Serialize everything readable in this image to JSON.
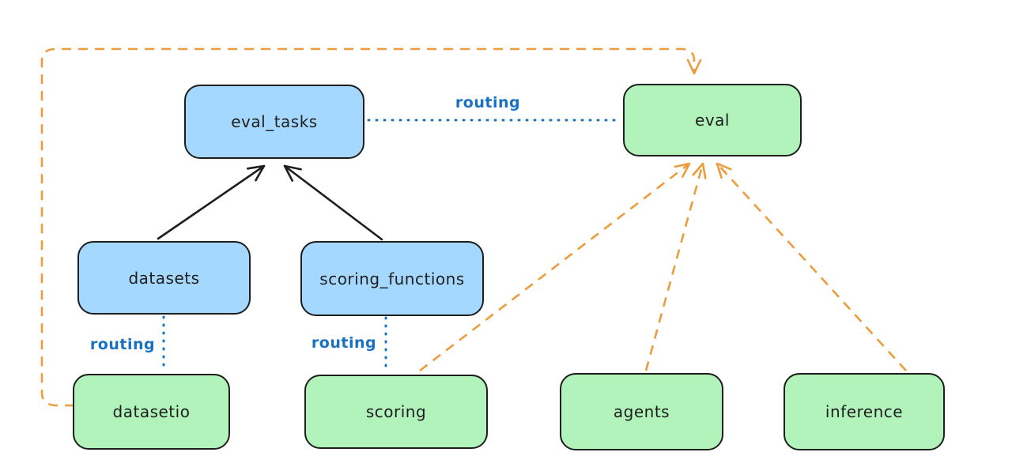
{
  "diagram": {
    "title": "eval api routing diagram",
    "style": "hand-drawn",
    "background": "#ffffff",
    "nodes": {
      "eval_tasks": {
        "label": "eval_tasks",
        "fill": "#a5d8ff"
      },
      "eval": {
        "label": "eval",
        "fill": "#b2f2bb"
      },
      "datasets": {
        "label": "datasets",
        "fill": "#a5d8ff"
      },
      "scoring_functions": {
        "label": "scoring_functions",
        "fill": "#a5d8ff"
      },
      "datasetio": {
        "label": "datasetio",
        "fill": "#b2f2bb"
      },
      "scoring": {
        "label": "scoring",
        "fill": "#b2f2bb"
      },
      "agents": {
        "label": "agents",
        "fill": "#b2f2bb"
      },
      "inference": {
        "label": "inference",
        "fill": "#b2f2bb"
      }
    },
    "labels": {
      "routing_eval_tasks_eval": "routing",
      "routing_datasets_datasetio": "routing",
      "routing_scoring_functions_scoring": "routing"
    },
    "edges": [
      {
        "from": "datasets",
        "to": "eval_tasks",
        "style": "solid-black-arrow"
      },
      {
        "from": "scoring_functions",
        "to": "eval_tasks",
        "style": "solid-black-arrow"
      },
      {
        "from": "eval_tasks",
        "to": "eval",
        "style": "dotted-blue",
        "label": "routing"
      },
      {
        "from": "datasets",
        "to": "datasetio",
        "style": "dotted-blue",
        "label": "routing"
      },
      {
        "from": "scoring_functions",
        "to": "scoring",
        "style": "dotted-blue",
        "label": "routing"
      },
      {
        "from": "datasetio",
        "to": "eval",
        "style": "dashed-orange-arrow",
        "route": "around-top-left"
      },
      {
        "from": "scoring",
        "to": "eval",
        "style": "dashed-orange-arrow"
      },
      {
        "from": "agents",
        "to": "eval",
        "style": "dashed-orange-arrow"
      },
      {
        "from": "inference",
        "to": "eval",
        "style": "dashed-orange-arrow"
      }
    ],
    "colors": {
      "node_stroke": "#1e1e1e",
      "blue_fill": "#a5d8ff",
      "green_fill": "#b2f2bb",
      "routing_blue": "#1971c2",
      "connector_orange": "#ec9b3d",
      "arrow_black": "#1e1e1e"
    }
  }
}
